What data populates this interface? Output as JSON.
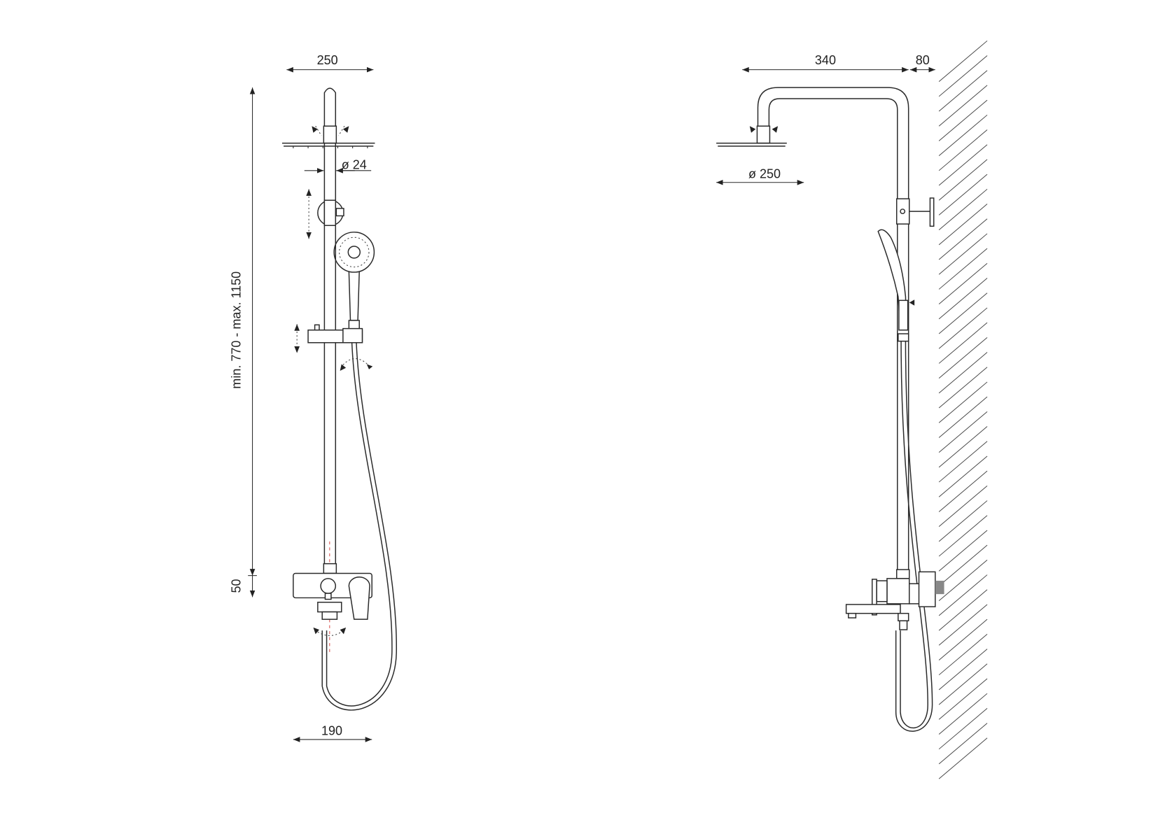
{
  "front_view": {
    "width_head": "250",
    "pipe_diameter": "ø 24",
    "height_range": "min. 770 - max. 1150",
    "mixer_offset": "50",
    "width_bottom": "190"
  },
  "side_view": {
    "arm_projection": "340",
    "wall_offset": "80",
    "head_diameter": "ø 250"
  },
  "colors": {
    "line": "#2a2a2a",
    "centerline": "#d9534f"
  }
}
